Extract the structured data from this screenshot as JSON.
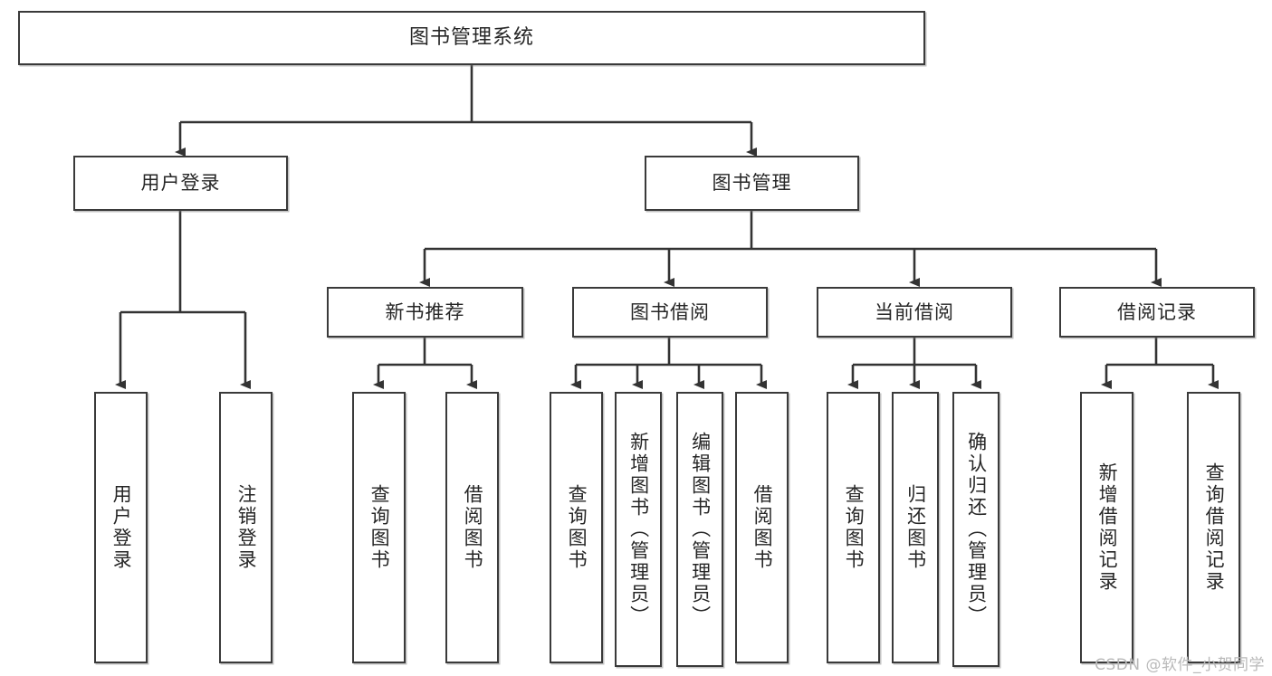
{
  "diagram": {
    "title": "图书管理系统",
    "type": "tree",
    "watermark": "CSDN @软件_小贺同学",
    "colors": {
      "box_border": "#3a3a3a",
      "box_fill": "#ffffff",
      "edge": "#333333",
      "text": "#262626",
      "watermark": "#b9b9b9"
    },
    "root": {
      "label": "图书管理系统"
    },
    "level2": [
      {
        "label": "用户登录"
      },
      {
        "label": "图书管理"
      }
    ],
    "level3": [
      {
        "label": "新书推荐"
      },
      {
        "label": "图书借阅"
      },
      {
        "label": "当前借阅"
      },
      {
        "label": "借阅记录"
      }
    ],
    "leaves": {
      "user_login": [
        {
          "label": "用户登录"
        },
        {
          "label": "注销登录"
        }
      ],
      "new_book_recommend": [
        {
          "label": "查询图书"
        },
        {
          "label": "借阅图书"
        }
      ],
      "book_borrow": [
        {
          "label": "查询图书"
        },
        {
          "label": "新增图书（管理员）"
        },
        {
          "label": "编辑图书（管理员）"
        },
        {
          "label": "借阅图书"
        }
      ],
      "current_borrow": [
        {
          "label": "查询图书"
        },
        {
          "label": "归还图书"
        },
        {
          "label": "确认归还（管理员）"
        }
      ],
      "borrow_record": [
        {
          "label": "新增借阅记录"
        },
        {
          "label": "查询借阅记录"
        }
      ]
    }
  }
}
